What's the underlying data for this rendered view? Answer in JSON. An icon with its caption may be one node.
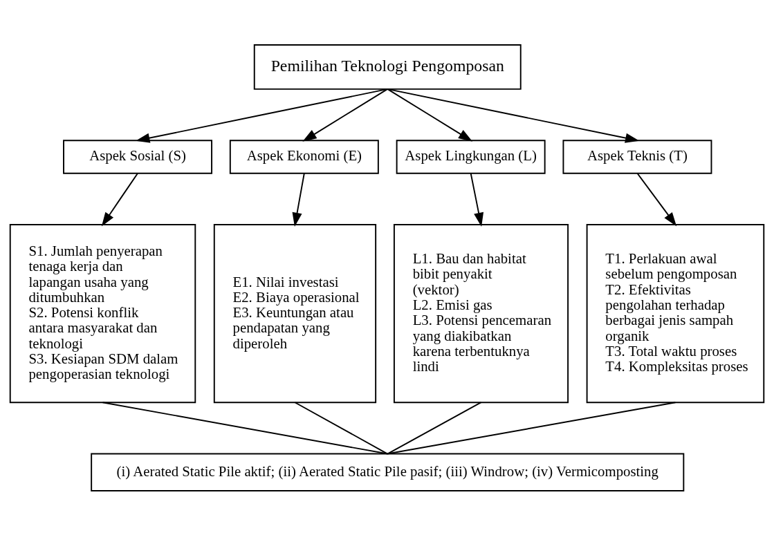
{
  "diagram": {
    "nodes": [
      {
        "text": [
          "Pemilihan Teknologi Pengomposan"
        ]
      },
      {
        "text": [
          "Aspek Sosial (S)"
        ]
      },
      {
        "text": [
          "Aspek Ekonomi (E)"
        ]
      },
      {
        "text": [
          "Aspek Lingkungan (L)"
        ]
      },
      {
        "text": [
          "Aspek Teknis (T)"
        ]
      },
      {
        "text": [
          "S1. Jumlah penyerapan tenaga kerja dan lapangan usaha yang ditumbuhkan",
          "S2. Potensi konflik antara masyarakat dan teknologi",
          "S3. Kesiapan SDM dalam pengoperasian teknologi"
        ]
      },
      {
        "text": [
          "E1. Nilai investasi",
          "E2. Biaya operasional",
          "E3. Keuntungan atau pendapatan yang diperoleh"
        ]
      },
      {
        "text": [
          "L1. Bau dan habitat bibit penyakit (vektor)",
          "L2. Emisi gas",
          "L3. Potensi pencemaran yang diakibatkan karena terbentuknya lindi"
        ]
      },
      {
        "text": [
          "T1. Perlakuan awal sebelum pengomposan",
          "T2. Efektivitas pengolahan terhadap berbagai jenis sampah organik",
          "T3. Total waktu proses",
          "T4. Kompleksitas proses"
        ]
      },
      {
        "text": [
          "(i) Aerated Static Pile aktif; (ii) Aerated Static Pile pasif; (iii) Windrow; (iv) Vermicomposting"
        ]
      }
    ],
    "edges": [
      {
        "from": 0,
        "to": 1,
        "arrow": "to"
      },
      {
        "from": 0,
        "to": 2,
        "arrow": "to"
      },
      {
        "from": 0,
        "to": 3,
        "arrow": "to"
      },
      {
        "from": 0,
        "to": 4,
        "arrow": "to"
      },
      {
        "from": 1,
        "to": 5,
        "arrow": "to"
      },
      {
        "from": 2,
        "to": 6,
        "arrow": "to"
      },
      {
        "from": 3,
        "to": 7,
        "arrow": "to"
      },
      {
        "from": 4,
        "to": 8,
        "arrow": "to"
      },
      {
        "from": 5,
        "to": 9,
        "arrow": "none"
      },
      {
        "from": 6,
        "to": 9,
        "arrow": "none"
      },
      {
        "from": 7,
        "to": 9,
        "arrow": "none"
      },
      {
        "from": 8,
        "to": 9,
        "arrow": "none"
      }
    ]
  }
}
